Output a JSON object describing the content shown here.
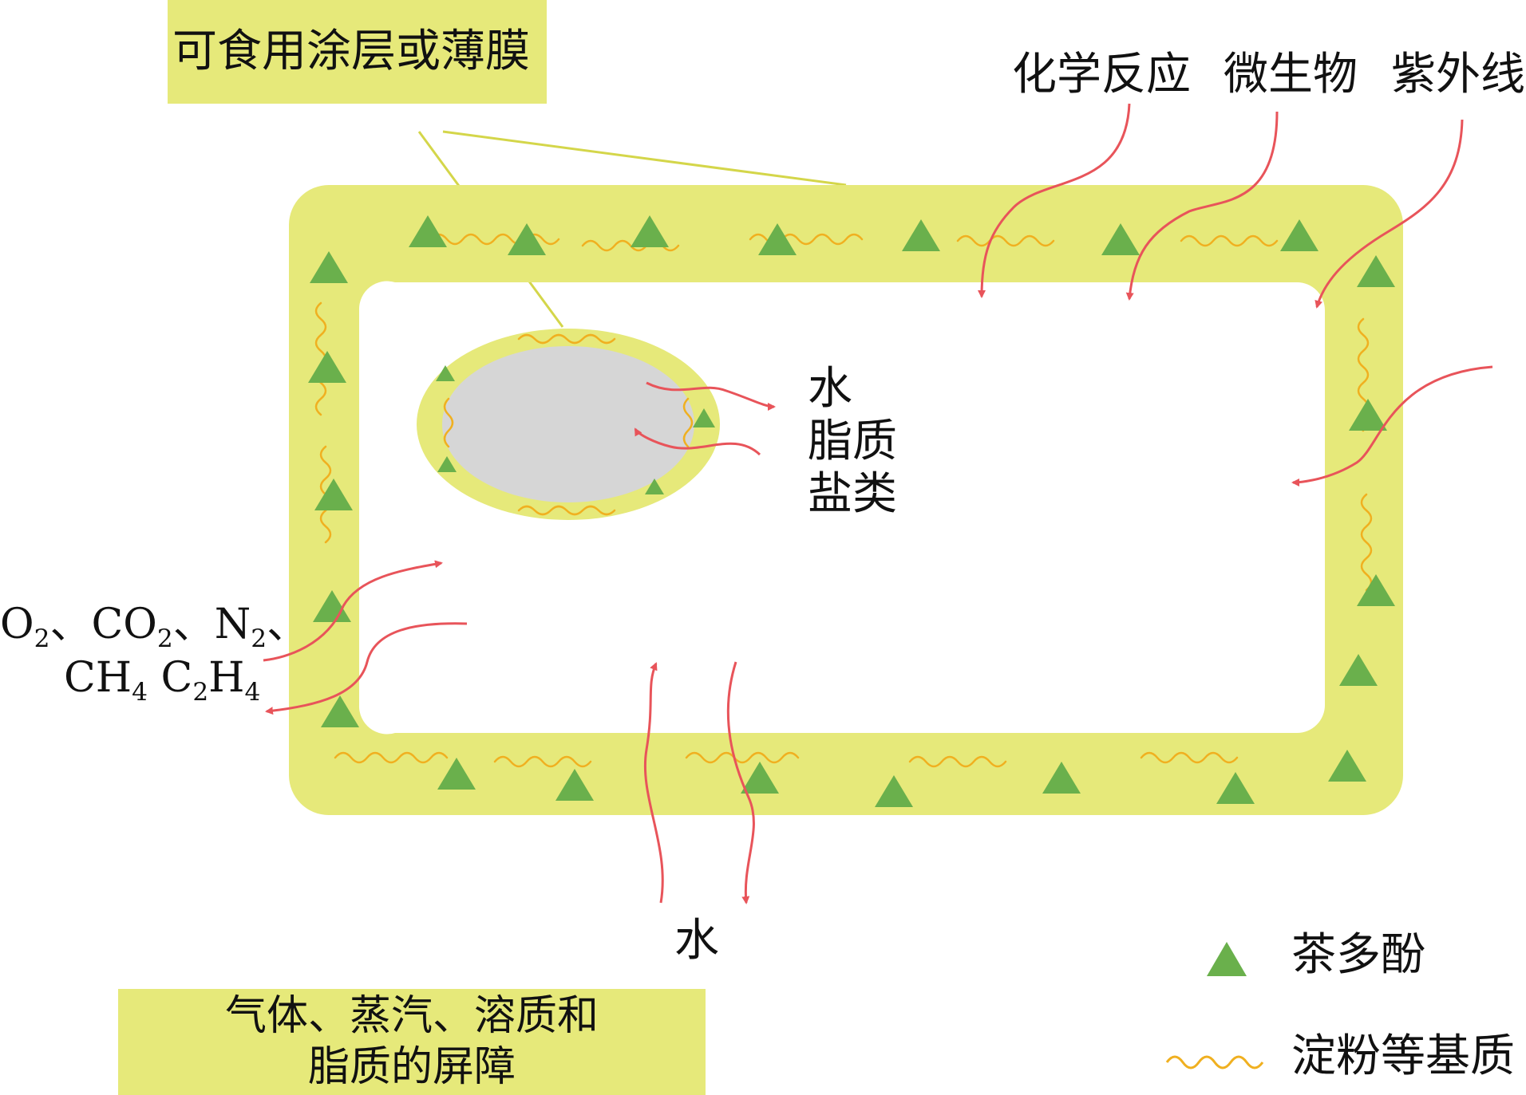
{
  "callout": {
    "label": "可食用涂层或薄膜"
  },
  "top_factors": [
    "化学反应",
    "微生物",
    "紫外线"
  ],
  "inner_core": {
    "labels": [
      "水",
      "脂质",
      "盐类"
    ]
  },
  "gases": {
    "line1": [
      {
        "base": "O",
        "sub": "2",
        "sep": "、"
      },
      {
        "base": "CO",
        "sub": "2",
        "sep": "、"
      },
      {
        "base": "N",
        "sub": "2",
        "sep": "、"
      }
    ],
    "line2": [
      {
        "base": "CH",
        "sub": "4",
        "sep": " "
      },
      {
        "base": "C",
        "sub": "2",
        "sep": ""
      },
      {
        "base": "H",
        "sub": "4",
        "sep": ""
      }
    ]
  },
  "bottom_water": {
    "label": "水"
  },
  "barrier": {
    "line1": "气体、蒸汽、溶质和",
    "line2": "脂质的屏障"
  },
  "legend": [
    {
      "symbol": "triangle",
      "label": "茶多酚"
    },
    {
      "symbol": "wave",
      "label": "淀粉等基质"
    }
  ],
  "colors": {
    "coating": "#e6e97a",
    "inner_core": "#d6d6d6",
    "polyphenol": "#6ab04c",
    "matrix": "#f0b020",
    "arrow": "#e8545a",
    "callout_line": "#d4d64a"
  },
  "icons": {
    "polyphenol": "triangle-icon",
    "matrix": "wave-icon"
  }
}
